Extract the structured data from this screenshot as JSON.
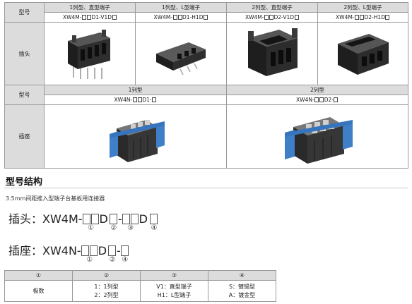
{
  "top_table": {
    "label_model": "型号",
    "label_header": "插头",
    "label_socket": "插座",
    "header_types": [
      "1列型、直型端子",
      "1列型、L型端子",
      "2列型、直型端子",
      "2列型、L型端子"
    ],
    "header_parts": [
      {
        "pre": "XW4M-",
        "post": "D1-V1D"
      },
      {
        "pre": "XW4M-",
        "post": "D1-H1D"
      },
      {
        "pre": "XW4M-",
        "post": "D2-V1D"
      },
      {
        "pre": "XW4M-",
        "post": "D2-H1D"
      }
    ],
    "socket_types": [
      "1列型",
      "2列型"
    ],
    "socket_parts": [
      {
        "pre": "XW4N-",
        "post": "D1-"
      },
      {
        "pre": "XW4N-",
        "post": "D2-"
      }
    ]
  },
  "section": {
    "title": "型号结构",
    "description": "3.5mm间距推入型端子台基板用连接器"
  },
  "code_header": {
    "prefix": "插头：XW4M-",
    "d1": "D",
    "dash": "-",
    "d2": "D",
    "nums": [
      "①",
      "②",
      "③",
      "④"
    ]
  },
  "code_socket": {
    "prefix": "插座：XW4N-",
    "d1": "D",
    "dash": "-",
    "nums": [
      "①",
      "②",
      "④"
    ]
  },
  "bottom_table": {
    "headers": [
      "①",
      "②",
      "③",
      "④"
    ],
    "row_label": "极数",
    "col2": [
      "1：1列型",
      "2：2列型"
    ],
    "col3": [
      "V1：直型端子",
      "H1：L型端子"
    ],
    "col4": [
      "S：镀锡型",
      "A：镀金型"
    ]
  },
  "colors": {
    "header_bg": "#dcdcdc",
    "connector_body": "#2b2b2b",
    "socket_blue": "#3f7fc8"
  }
}
